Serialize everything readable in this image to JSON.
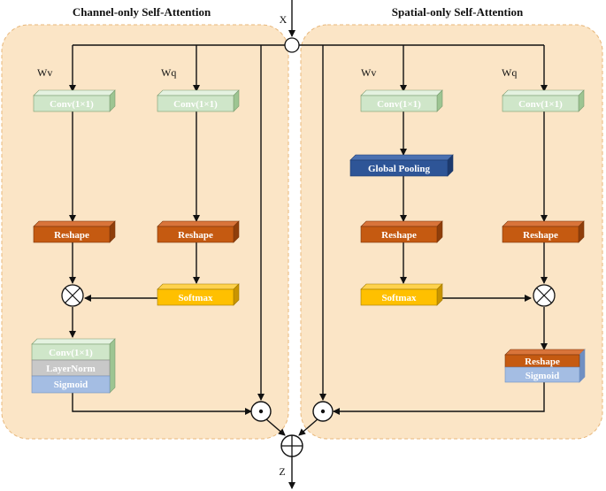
{
  "left_panel": {
    "title": "Channel-only Self-Attention",
    "wv_label": "Wv",
    "wq_label": "Wq",
    "wv_conv": "Conv(1×1)",
    "wq_conv": "Conv(1×1)",
    "wv_reshape": "Reshape",
    "wq_reshape": "Reshape",
    "softmax": "Softmax",
    "stack_conv": "Conv(1×1)",
    "stack_layernorm": "LayerNorm",
    "stack_sigmoid": "Sigmoid"
  },
  "right_panel": {
    "title": "Spatial-only Self-Attention",
    "wv_label": "Wv",
    "wq_label": "Wq",
    "wv_conv": "Conv(1×1)",
    "wq_conv": "Conv(1×1)",
    "global_pooling": "Global Pooling",
    "wv_reshape": "Reshape",
    "wq_reshape": "Reshape",
    "softmax": "Softmax",
    "stack_reshape": "Reshape",
    "stack_sigmoid": "Sigmoid"
  },
  "input_label": "X",
  "output_label": "Z",
  "colors": {
    "panel_fill": "#fbe5c6",
    "panel_border": "#e8b77a",
    "conv_front": "#cfe6c9",
    "conv_side": "#9dc592",
    "reshape_front": "#c55a11",
    "reshape_side": "#8f3e0a",
    "softmax_front": "#ffc000",
    "softmax_side": "#c99400",
    "pooling_front": "#2e5597",
    "pooling_side": "#1d3a6d",
    "layernorm_front": "#c8c8c8",
    "sigmoid_front": "#a4bde3",
    "sigmoid_side": "#6f8fc2"
  }
}
